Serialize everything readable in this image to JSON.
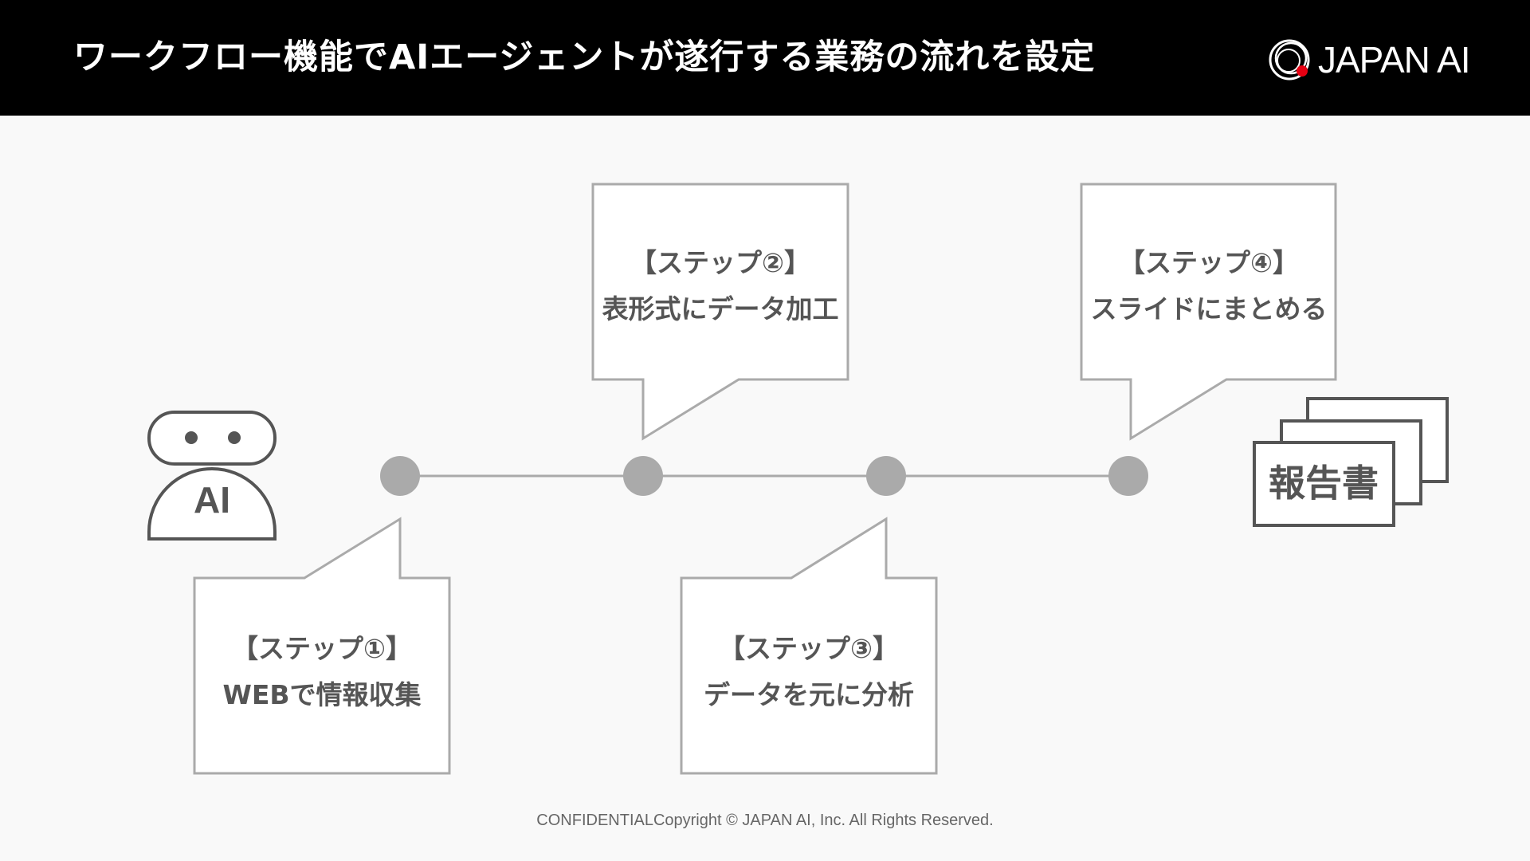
{
  "header": {
    "title": "ワークフロー機能でAIエージェントが遂行する業務の流れを設定",
    "logo_text": "JAPAN AI",
    "logo_icon": "japan-ai-ring-logo"
  },
  "robot": {
    "label": "AI",
    "icon": "robot-icon"
  },
  "steps": [
    {
      "title": "【ステップ①】",
      "desc": "WEBで情報収集"
    },
    {
      "title": "【ステップ②】",
      "desc": "表形式にデータ加工"
    },
    {
      "title": "【ステップ③】",
      "desc": "データを元に分析"
    },
    {
      "title": "【ステップ④】",
      "desc": "スライドにまとめる"
    }
  ],
  "report": {
    "label": "報告書",
    "icon": "stacked-documents-icon"
  },
  "footer": {
    "text": "CONFIDENTIALCopyright © JAPAN AI, Inc. All Rights Reserved."
  },
  "colors": {
    "header_bg": "#000000",
    "background": "#f9f9f9",
    "box_border": "#aaaaaa",
    "node": "#aaaaaa",
    "text": "#555555",
    "logo_accent": "#e60012"
  }
}
